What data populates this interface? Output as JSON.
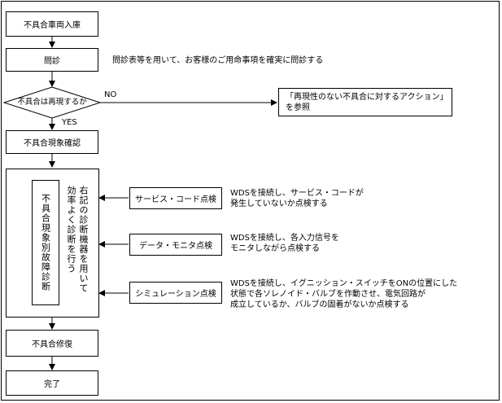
{
  "steps": {
    "arrival": "不具合車両入庫",
    "interview": "問診",
    "decision": "不具合は再現するか",
    "confirm": "不具合現象確認",
    "repair": "不具合修復",
    "complete": "完了"
  },
  "notes": {
    "interview": "問診表等を用いて、お客様のご用命事項を確実に問診する",
    "no_action": [
      "「再現性のない不具合に対するアクション」",
      "を参照"
    ]
  },
  "branches": {
    "no": "NO",
    "yes": "YES"
  },
  "diagnosis": {
    "panel_title": "不具合現象別故障診断",
    "instruction": [
      "右記の診断機器を用いて",
      "効率よく診断を行う"
    ],
    "methods": [
      {
        "label": "サービス・コード点検",
        "desc": [
          "WDSを接続し、サービス・コードが",
          "発生していないか点検する"
        ]
      },
      {
        "label": "データ・モニタ点検",
        "desc": [
          "WDSを接続し、各入力信号を",
          "モニタしながら点検する"
        ]
      },
      {
        "label": "シミュレーション点検",
        "desc": [
          "WDSを接続し、イグニッション・スイッチをONの位置にした",
          "状態で各ソレノイド・バルブを作動させ、電気回路が",
          "成立しているか、バルブの固着がないか点検する"
        ]
      }
    ]
  }
}
